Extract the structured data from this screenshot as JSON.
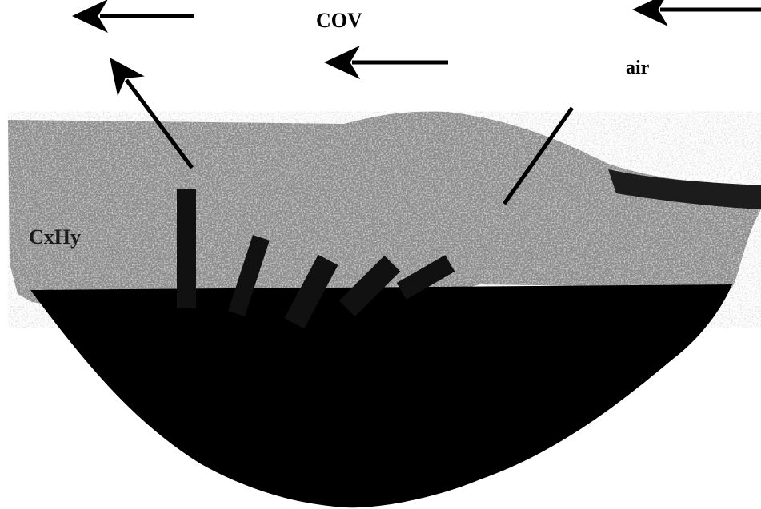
{
  "diagram": {
    "labels": {
      "cov": "COV",
      "air": "air",
      "cxhy": "CxHy"
    },
    "colors": {
      "background": "#ffffff",
      "porous_layer": "#8c8c8c",
      "porous_speckle_light": "#c8c8c8",
      "porous_speckle_dark": "#3a3a3a",
      "ground": "#000000",
      "arrows": "#000000"
    }
  }
}
